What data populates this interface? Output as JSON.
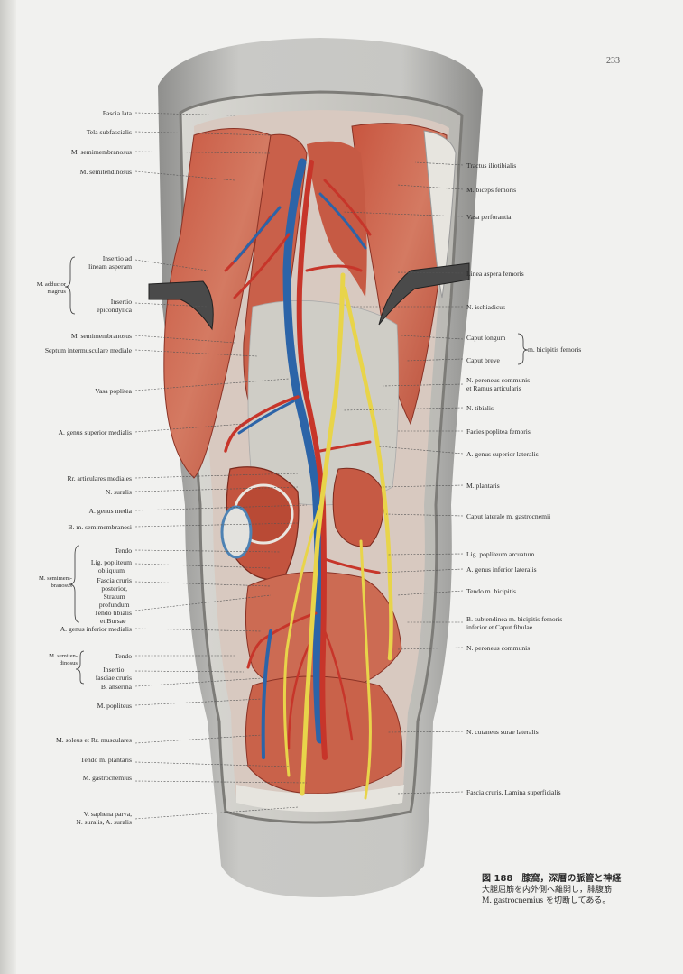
{
  "page_number": "233",
  "labels_left": [
    {
      "id": "fascia-lata",
      "text": "Fascia lata"
    },
    {
      "id": "tela-subfascialis",
      "text": "Tela subfascialis"
    },
    {
      "id": "m-semimembranosus-1",
      "text": "M. semimembranosus"
    },
    {
      "id": "m-semitendinosus",
      "text": "M. semitendinosus"
    },
    {
      "id": "insertio-ad-lineam",
      "text": "Insertio ad\nlineam asperam"
    },
    {
      "id": "m-adductor-magnus",
      "text": "M. adductor\nmagnus"
    },
    {
      "id": "insertio-epicondylica",
      "text": "Insertio\nepicondylica"
    },
    {
      "id": "m-semimembranosus-2",
      "text": "M. semimembranosus"
    },
    {
      "id": "septum-intermusculare",
      "text": "Septum intermusculare mediale"
    },
    {
      "id": "vasa-poplitea",
      "text": "Vasa poplitea"
    },
    {
      "id": "a-genus-superior-medialis",
      "text": "A. genus superior medialis"
    },
    {
      "id": "rr-articulares-mediales",
      "text": "Rr. articulares mediales"
    },
    {
      "id": "n-suralis",
      "text": "N. suralis"
    },
    {
      "id": "a-genus-media",
      "text": "A. genus media"
    },
    {
      "id": "b-m-semimembranosi",
      "text": "B. m. semimembranosi"
    },
    {
      "id": "tendo-1",
      "text": "Tendo"
    },
    {
      "id": "lig-popliteum-obliquum",
      "text": "Lig. popliteum\nobliquum"
    },
    {
      "id": "m-semimembranosus-3",
      "text": "M. semimem-\nbranosus"
    },
    {
      "id": "fascia-cruris-posterior",
      "text": "Fascia cruris\nposterior,\nStratum\nprofundum"
    },
    {
      "id": "tendo-tibialis",
      "text": "Tendo tibialis\net Bursae"
    },
    {
      "id": "a-genus-inferior-medialis",
      "text": "A. genus inferior medialis"
    },
    {
      "id": "m-semitendinosus-2",
      "text": "M. semiten-\ndinosus"
    },
    {
      "id": "tendo-2",
      "text": "Tendo"
    },
    {
      "id": "insertio-fasciae",
      "text": "Insertio\nfasciae cruris"
    },
    {
      "id": "b-anserina",
      "text": "B. anserina"
    },
    {
      "id": "m-popliteus",
      "text": "M. popliteus"
    },
    {
      "id": "m-soleus",
      "text": "M. soleus et Rr. musculares"
    },
    {
      "id": "tendo-m-plantaris",
      "text": "Tendo m. plantaris"
    },
    {
      "id": "m-gastrocnemius",
      "text": "M. gastrocnemius"
    },
    {
      "id": "v-saphena-parva",
      "text": "V. saphena parva,\nN. suralis, A. suralis"
    }
  ],
  "labels_right": [
    {
      "id": "tractus-iliotibialis",
      "text": "Tractus iliotibialis"
    },
    {
      "id": "m-biceps-femoris",
      "text": "M. biceps femoris"
    },
    {
      "id": "vasa-perforantia",
      "text": "Vasa perforantia"
    },
    {
      "id": "linea-aspera-femoris",
      "text": "Linea aspera femoris"
    },
    {
      "id": "n-ischiadicus",
      "text": "N. ischiadicus"
    },
    {
      "id": "caput-longum",
      "text": "Caput longum"
    },
    {
      "id": "m-bicipitis-femoris",
      "text": "m. bicipitis femoris"
    },
    {
      "id": "caput-breve",
      "text": "Caput breve"
    },
    {
      "id": "n-peroneus-communis-rami",
      "text": "N. peroneus communis\net Ramus articularis"
    },
    {
      "id": "n-tibialis",
      "text": "N. tibialis"
    },
    {
      "id": "facies-poplitea",
      "text": "Facies poplitea femoris"
    },
    {
      "id": "a-genus-superior-lateralis",
      "text": "A. genus superior lateralis"
    },
    {
      "id": "m-plantaris",
      "text": "M. plantaris"
    },
    {
      "id": "caput-laterale",
      "text": "Caput laterale m. gastrocnemii"
    },
    {
      "id": "lig-popliteum-arcuatum",
      "text": "Lig. popliteum arcuatum"
    },
    {
      "id": "a-genus-inferior-lateralis",
      "text": "A. genus inferior lateralis"
    },
    {
      "id": "tendo-m-bicipitis",
      "text": "Tendo m. bicipitis"
    },
    {
      "id": "b-subtendinea",
      "text": "B. subtendinea m. bicipitis femoris\ninferior et Caput fibulae"
    },
    {
      "id": "n-peroneus-communis",
      "text": "N. peroneus communis"
    },
    {
      "id": "n-cutaneus-surae",
      "text": "N. cutaneus surae lateralis"
    },
    {
      "id": "fascia-cruris-lamina",
      "text": "Fascia cruris, Lamina superficialis"
    }
  ],
  "caption": {
    "title": "図 188　膝窩，深層の脈管と神経",
    "line1": "大腿屈筋を内外側へ離開し，腓腹筋",
    "line2_latin": "M. gastrocnemius",
    "line2_jp": " を切断してある。"
  }
}
